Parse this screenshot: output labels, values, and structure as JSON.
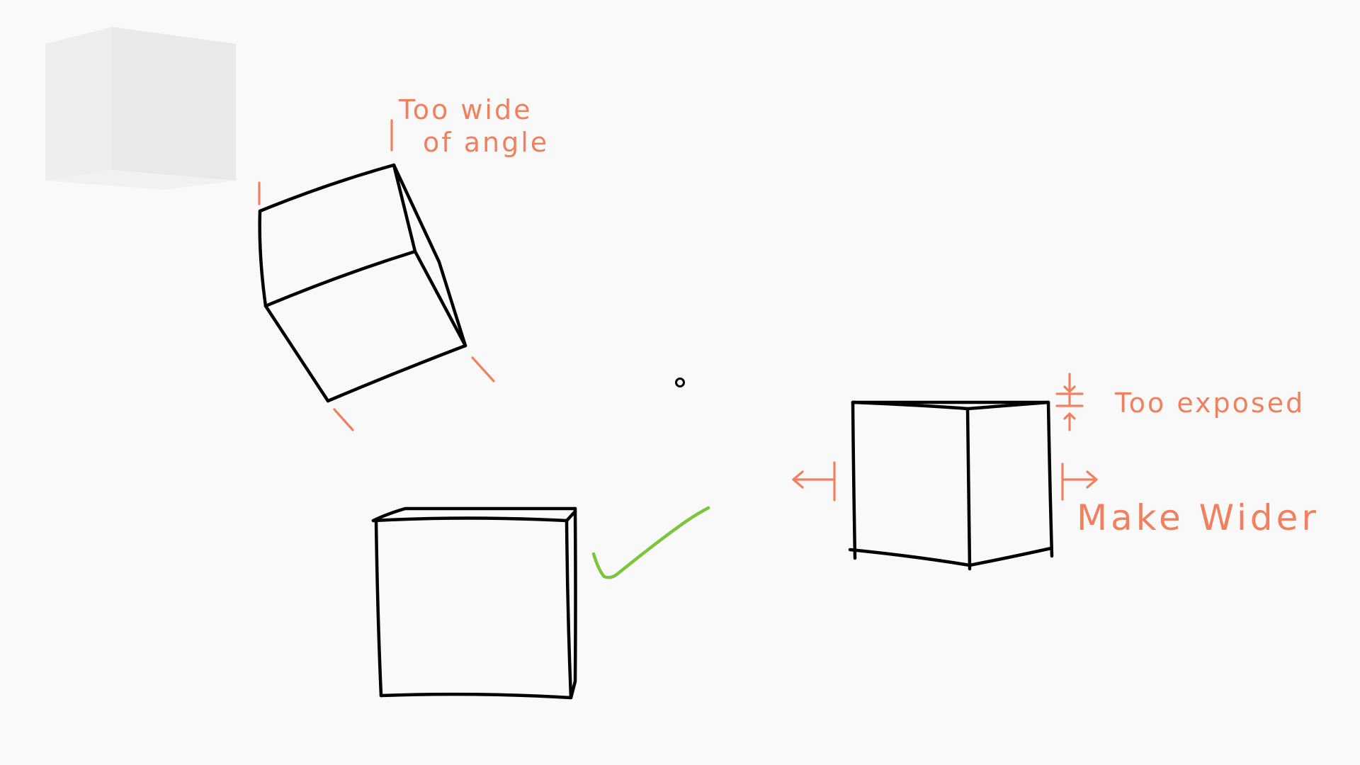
{
  "annotations": {
    "too_wide_line1": "Too wide",
    "too_wide_line2": "of angle",
    "too_exposed": "Too exposed",
    "make_wider": "Make Wider"
  },
  "colors": {
    "background": "#f9f9f9",
    "ink": "#000000",
    "annotation": "#f0805f",
    "approval": "#7dc53a",
    "reference_cube_left": "#ededed",
    "reference_cube_right": "#e9e9e9"
  },
  "icons": {
    "approval_mark": "checkmark-icon",
    "vanishing_point": "dot-icon"
  }
}
